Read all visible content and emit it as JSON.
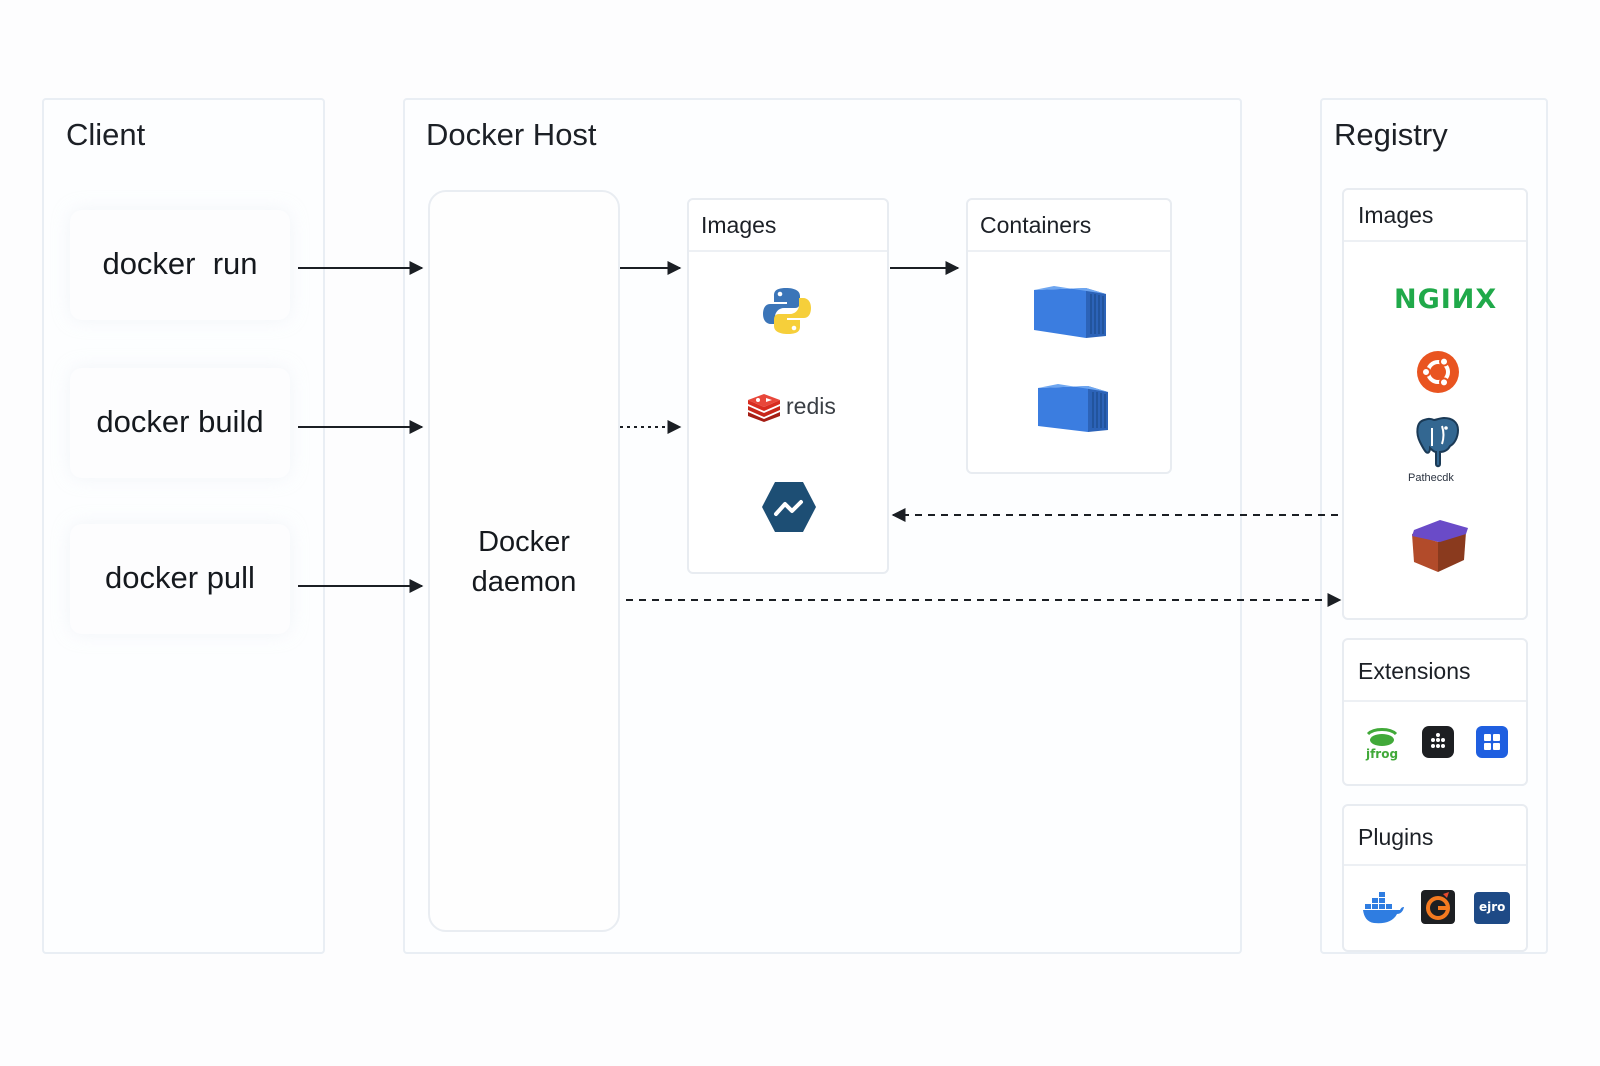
{
  "client": {
    "title": "Client",
    "commands": [
      "docker  run",
      "docker build",
      "docker pull"
    ]
  },
  "host": {
    "title": "Docker Host",
    "daemon_label_line1": "Docker",
    "daemon_label_line2": "daemon",
    "images_title": "Images",
    "containers_title": "Containers",
    "redis_text": "redis"
  },
  "registry": {
    "title": "Registry",
    "images_title": "Images",
    "nginx_text": "NGIИX",
    "postgres_text": "Pathecdk",
    "extensions_title": "Extensions",
    "plugins_title": "Plugins",
    "plugin_badge_text": "ejro"
  },
  "colors": {
    "panel_border": "#e9eef4",
    "nginx_green": "#20a94a",
    "container_blue": "#3b7de0",
    "redis_red": "#d82c20",
    "ubuntu_orange": "#e95420",
    "arrow": "#1b1f24"
  },
  "icons": {
    "python": "python-logo-icon",
    "redis": "redis-logo-icon",
    "hex": "hexagon-mountain-icon",
    "container": "shipping-container-icon",
    "nginx": "nginx-logo",
    "ubuntu": "ubuntu-logo-icon",
    "postgres": "postgresql-elephant-icon",
    "box": "purple-box-icon",
    "jfrog": "jfrog-logo-icon",
    "ext2": "dots-grid-icon",
    "ext3": "windows-grid-icon",
    "docker_whale": "docker-whale-icon",
    "grafana": "grafana-logo-icon",
    "ejro": "ejro-badge-icon"
  }
}
